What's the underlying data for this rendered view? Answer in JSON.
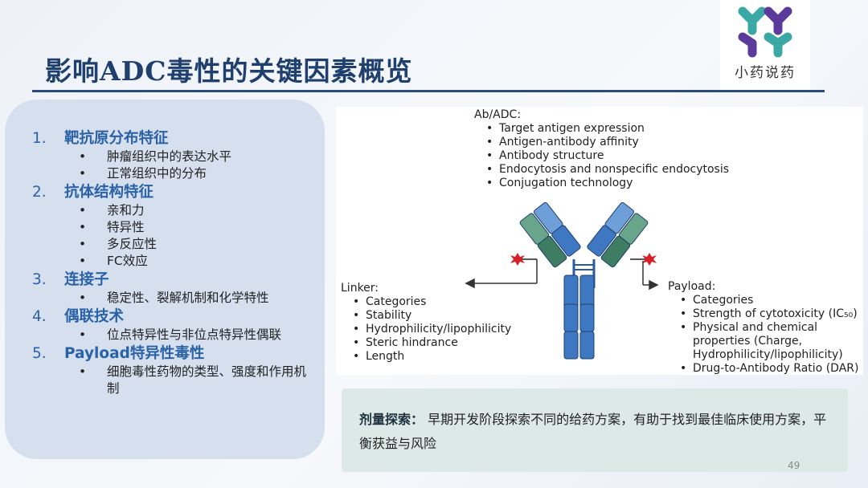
{
  "slide": {
    "title": "影响ADC毒性的关键因素概览",
    "page_number": "49"
  },
  "logo": {
    "text": "小药说药"
  },
  "sections": [
    {
      "num": "1.",
      "title": "靶抗原分布特征",
      "items": [
        "肿瘤组织中的表达水平",
        "正常组织中的分布"
      ]
    },
    {
      "num": "2.",
      "title": "抗体结构特征",
      "items": [
        "亲和力",
        "特异性",
        "多反应性",
        "FC效应"
      ]
    },
    {
      "num": "3.",
      "title": "连接子",
      "items": [
        "稳定性、裂解机制和化学特性"
      ]
    },
    {
      "num": "4.",
      "title": "偶联技术",
      "items": [
        "位点特异性与非位点特异性偶联"
      ]
    },
    {
      "num": "5.",
      "title": "Payload特异性毒性",
      "items": [
        "细胞毒性药物的类型、强度和作用机制"
      ]
    }
  ],
  "diagram": {
    "ab_adc": {
      "header": "Ab/ADC:",
      "items": [
        "Target antigen expression",
        "Antigen-antibody affinity",
        "Antibody structure",
        "Endocytosis and nonspecific endocytosis",
        "Conjugation technology"
      ]
    },
    "linker": {
      "header": "Linker:",
      "items": [
        "Categories",
        "Stability",
        "Hydrophilicity/lipophilicity",
        "Steric hindrance",
        "Length"
      ]
    },
    "payload": {
      "header": "Payload:",
      "items": [
        "Categories",
        "Strength of cytotoxicity (IC₅₀)",
        "Physical and chemical properties (Charge, Hydrophilicity/lipophilicity)",
        "Drug-to-Antibody Ratio (DAR)"
      ]
    }
  },
  "note": {
    "label": "剂量探索：",
    "text": "早期开发阶段探索不同的给药方案，有助于找到最佳临床使用方案，平衡获益与风险"
  },
  "colors": {
    "title": "#1f3f6e",
    "section_heading": "#2a62a8",
    "heavy_chain": "#3f78c2",
    "light_chain": "#3f7d63",
    "payload": "#d8202a"
  },
  "icons": {
    "bullet": "•"
  }
}
